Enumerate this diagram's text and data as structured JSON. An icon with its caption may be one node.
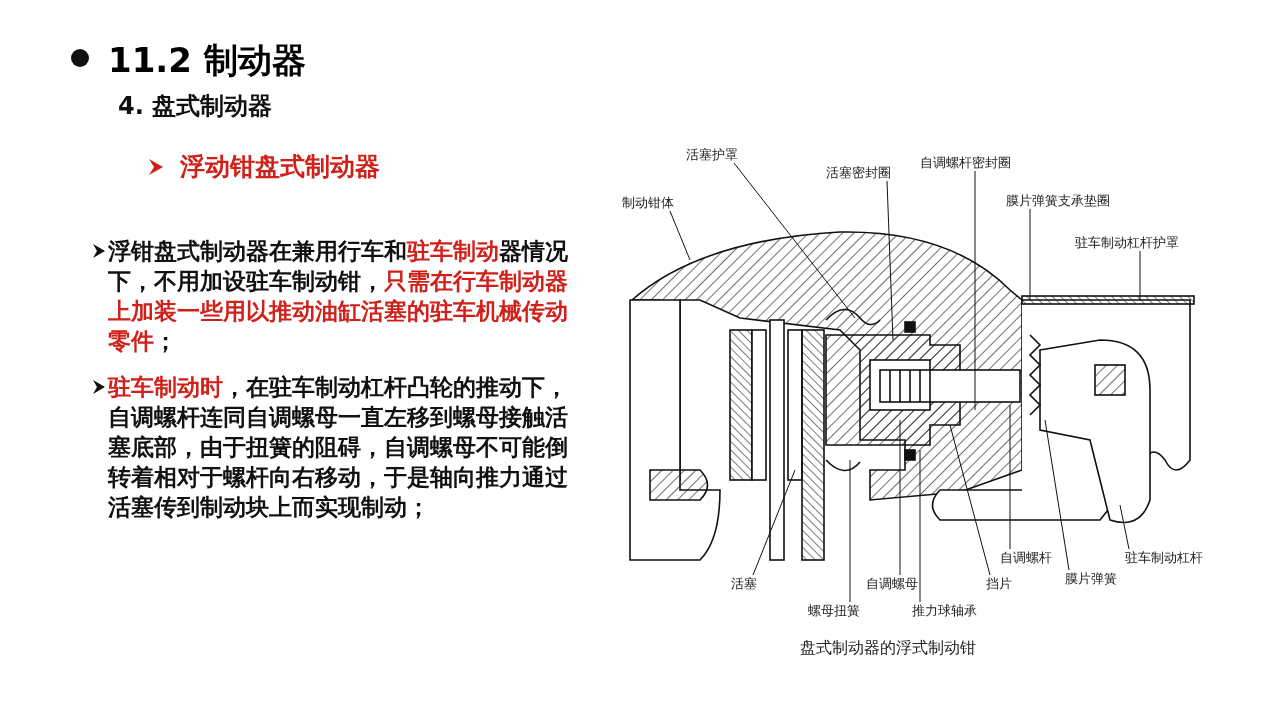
{
  "diagram": {
    "title": "11.2 制动器",
    "caption": "盘式制动器的浮式制动钳",
    "nodes": [
      {
        "text": [
          "活塞护罩"
        ]
      },
      {
        "text": [
          "活塞密封圈"
        ]
      },
      {
        "text": [
          "自调螺杆密封圈"
        ]
      },
      {
        "text": [
          "制动钳体"
        ]
      },
      {
        "text": [
          "膜片弹簧支承垫圈"
        ]
      },
      {
        "text": [
          "驻车制动杠杆护罩"
        ]
      },
      {
        "text": [
          "自调螺杆"
        ]
      },
      {
        "text": [
          "驻车制动杠杆"
        ]
      },
      {
        "text": [
          "膜片弹簧"
        ]
      },
      {
        "text": [
          "活塞"
        ]
      },
      {
        "text": [
          "自调螺母"
        ]
      },
      {
        "text": [
          "挡片"
        ]
      },
      {
        "text": [
          "螺母扭簧"
        ]
      },
      {
        "text": [
          "推力球轴承"
        ]
      }
    ],
    "edges": [
      {
        "from": 0,
        "to": null,
        "arrow": "none"
      },
      {
        "from": 1,
        "to": null,
        "arrow": "none"
      },
      {
        "from": 2,
        "to": null,
        "arrow": "none"
      },
      {
        "from": 3,
        "to": null,
        "arrow": "none"
      },
      {
        "from": 4,
        "to": null,
        "arrow": "none"
      },
      {
        "from": 5,
        "to": null,
        "arrow": "none"
      },
      {
        "from": 6,
        "to": null,
        "arrow": "none"
      },
      {
        "from": 7,
        "to": null,
        "arrow": "none"
      },
      {
        "from": 8,
        "to": null,
        "arrow": "none"
      },
      {
        "from": 9,
        "to": null,
        "arrow": "none"
      },
      {
        "from": 10,
        "to": null,
        "arrow": "none"
      },
      {
        "from": 11,
        "to": null,
        "arrow": "none"
      },
      {
        "from": 12,
        "to": null,
        "arrow": "none"
      },
      {
        "from": 13,
        "to": null,
        "arrow": "none"
      }
    ],
    "labels": [
      "4. 盘式制动器",
      "浮动钳盘式制动器",
      "浮钳盘式制动器在兼用行车和**驻车制动**器情况下，不用加设驻车制动钳，**只需在行车制动器上加装一些用以推动油缸活塞的驻车机械传动零件**；",
      "**驻车制动时**，在驻车制动杠杆凸轮的推动下，自调螺杆连同自调螺母一直左移到螺母接触活塞底部，由于扭簧的阻碍，自调螺母不可能倒转着相对于螺杆向右移动，于是轴向推力通过活塞传到制动块上而实现制动；"
    ]
  }
}
